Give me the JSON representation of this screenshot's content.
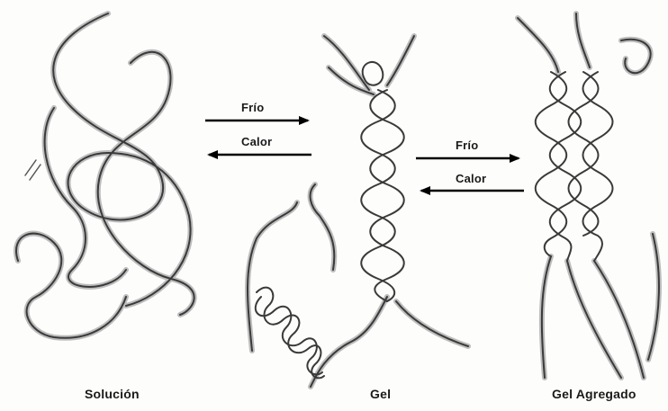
{
  "panels": [
    {
      "id": "solucion",
      "caption": "Solución"
    },
    {
      "id": "gel",
      "caption": "Gel"
    },
    {
      "id": "gel_agregado",
      "caption": "Gel Agregado"
    }
  ],
  "transitions": [
    {
      "forward_label": "Frío",
      "backward_label": "Calor"
    },
    {
      "forward_label": "Frío",
      "backward_label": "Calor"
    }
  ],
  "colors": {
    "strand": "#3a3a3a",
    "strand_fill": "#c9c9c9",
    "arrow": "#000000"
  }
}
